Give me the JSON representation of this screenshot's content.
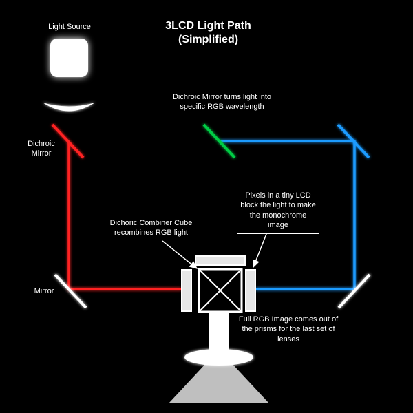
{
  "title": "3LCD Light Path\n(Simplified)",
  "labels": {
    "light_source": "Light Source",
    "dichroic_mirror": "Dichroic\nMirror",
    "mirror": "Mirror",
    "dichroic_note": "Dichroic Mirror turns light into\nspecific RGB wavelength",
    "pixels_note": "Pixels in a tiny LCD\nblock the light to make\nthe monochrome\nimage",
    "combiner_note": "Dichoric Combiner Cube\nrecombines RGB light",
    "output_note": "Full RGB Image comes out of\nthe prisms for the last set of\nlenses"
  },
  "colors": {
    "background": "#000000",
    "white": "#ffffff",
    "red_beam": "#ff2222",
    "green_beam": "#00cc44",
    "blue_beam": "#1e9bff",
    "cyan_beam": "#00d8d0",
    "lcd_fill": "#e6e6e6",
    "projection_gray": "#c9c9c9"
  }
}
